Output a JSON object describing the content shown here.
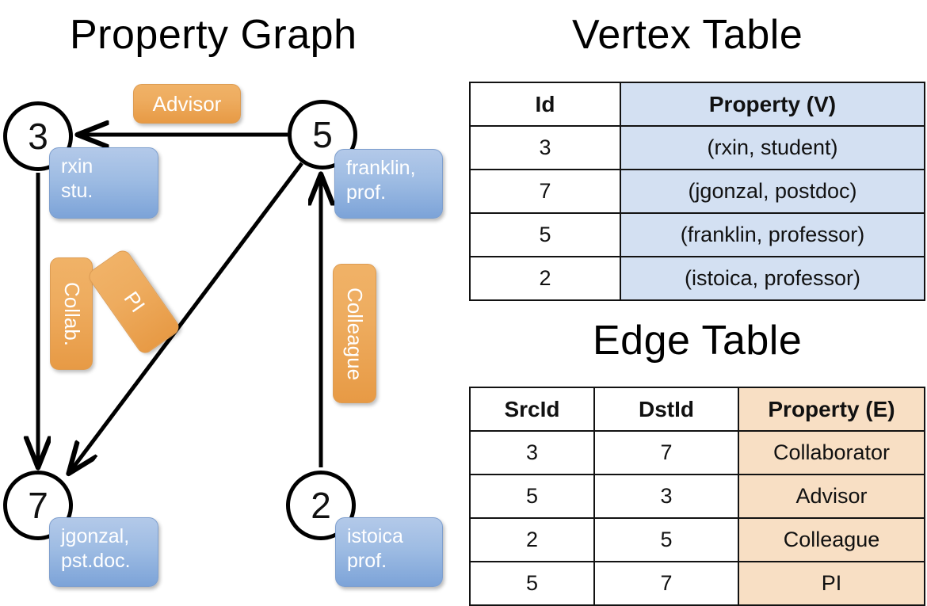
{
  "titles": {
    "property_graph": "Property Graph",
    "vertex_table": "Vertex Table",
    "edge_table": "Edge Table"
  },
  "graph": {
    "nodes": [
      {
        "id": "3",
        "label": "3",
        "property_line1": "rxin",
        "property_line2": "stu."
      },
      {
        "id": "5",
        "label": "5",
        "property_line1": "franklin,",
        "property_line2": "prof."
      },
      {
        "id": "7",
        "label": "7",
        "property_line1": "jgonzal,",
        "property_line2": "pst.doc."
      },
      {
        "id": "2",
        "label": "2",
        "property_line1": "istoica",
        "property_line2": "prof."
      }
    ],
    "edge_labels": {
      "advisor": "Advisor",
      "collab": "Collab.",
      "pi": "PI",
      "colleague": "Colleague"
    }
  },
  "vertex_table": {
    "headers": [
      "Id",
      "Property (V)"
    ],
    "rows": [
      {
        "id": "3",
        "property": "(rxin, student)"
      },
      {
        "id": "7",
        "property": "(jgonzal, postdoc)"
      },
      {
        "id": "5",
        "property": "(franklin, professor)"
      },
      {
        "id": "2",
        "property": "(istoica, professor)"
      }
    ]
  },
  "edge_table": {
    "headers": [
      "SrcId",
      "DstId",
      "Property (E)"
    ],
    "rows": [
      {
        "src": "3",
        "dst": "7",
        "property": "Collaborator"
      },
      {
        "src": "5",
        "dst": "3",
        "property": "Advisor"
      },
      {
        "src": "2",
        "dst": "5",
        "property": "Colleague"
      },
      {
        "src": "5",
        "dst": "7",
        "property": "PI"
      }
    ]
  },
  "colors": {
    "vertex_property_fill": "#d3e0f2",
    "edge_property_fill": "#f8dfc4",
    "node_property_bubble": "#9ebce3",
    "edge_label_bubble": "#eeac5f",
    "stroke": "#121212"
  }
}
